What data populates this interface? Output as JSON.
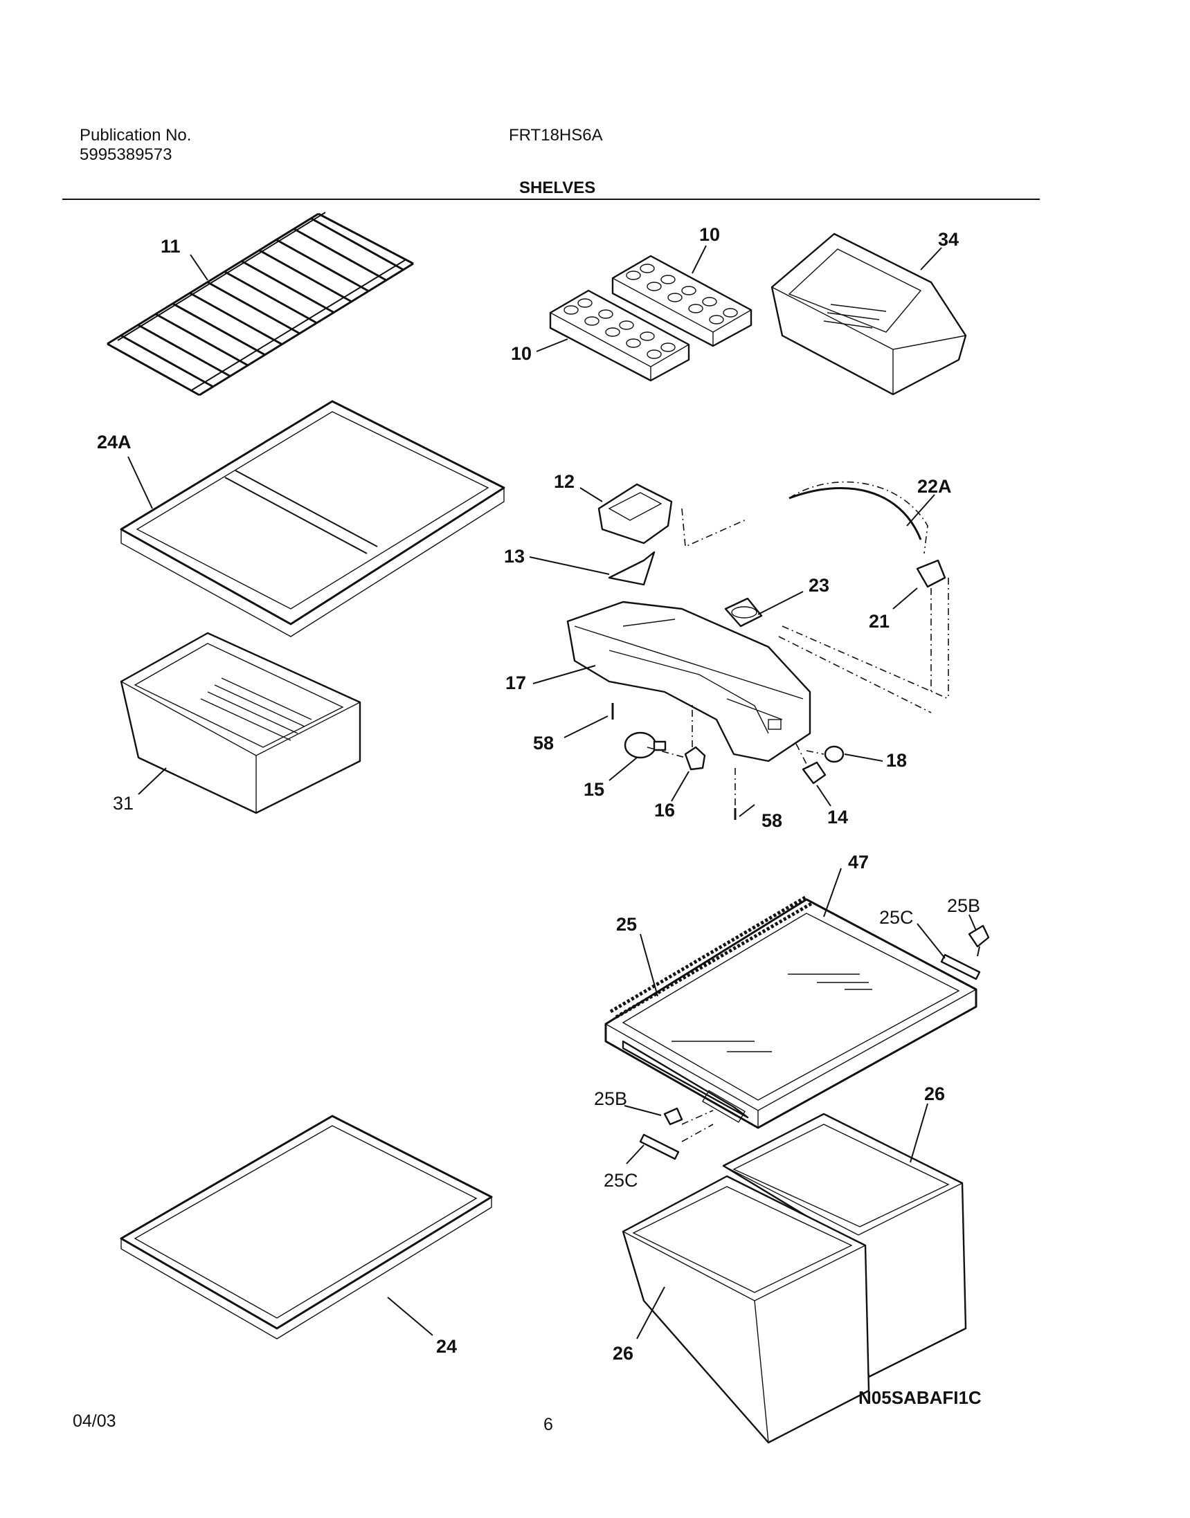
{
  "header": {
    "publication_label": "Publication No.",
    "publication_number": "5995389573",
    "model": "FRT18HS6A",
    "section_title": "SHELVES"
  },
  "callouts": {
    "c11": "11",
    "c10a": "10",
    "c10b": "10",
    "c34": "34",
    "c24A": "24A",
    "c12": "12",
    "c22A": "22A",
    "c13": "13",
    "c23": "23",
    "c21": "21",
    "c17": "17",
    "c58a": "58",
    "c58b": "58",
    "c15": "15",
    "c16": "16",
    "c18": "18",
    "c14": "14",
    "c31": "31",
    "c47": "47",
    "c25": "25",
    "c25C_top": "25C",
    "c25B_top": "25B",
    "c25B_bottom": "25B",
    "c25C_bottom": "25C",
    "c26_right": "26",
    "c26_left": "26",
    "c24": "24"
  },
  "footer": {
    "date": "04/03",
    "page_number": "6",
    "drawing_code": "N05SABAFI1C"
  }
}
